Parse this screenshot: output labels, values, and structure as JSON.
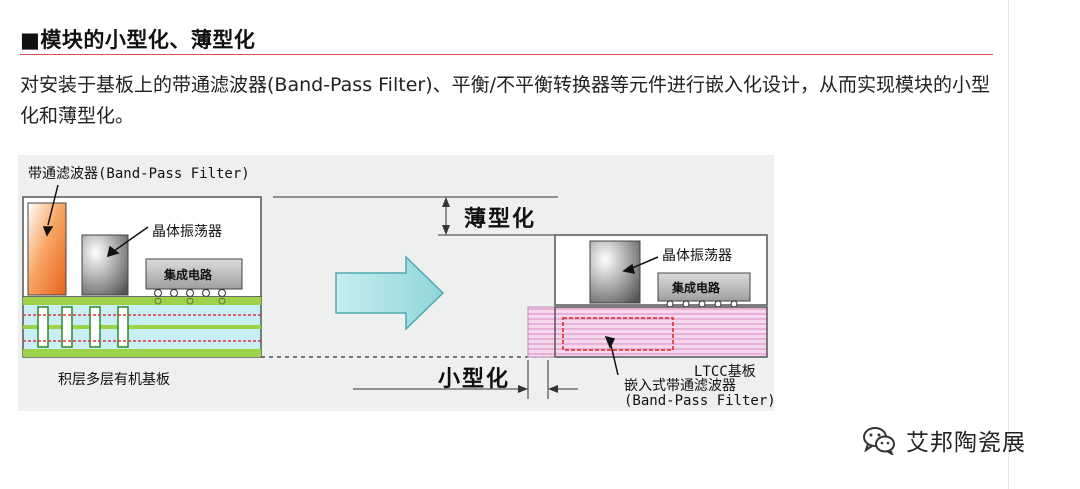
{
  "heading": "■模块的小型化、薄型化",
  "paragraph": "对安装于基板上的带通滤波器(Band-Pass Filter)、平衡/不平衡转换器等元件进行嵌入化设计，从而实现模块的小型化和薄型化。",
  "figure": {
    "labels": {
      "bpf_top": "带通滤波器(Band-Pass Filter)",
      "crystal_left": "晶体振荡器",
      "ic_left": "集成电路",
      "substrate_left": "积层多层有机基板",
      "thin": "薄型化",
      "crystal_right": "晶体振荡器",
      "ic_right": "集成电路",
      "ltcc": "LTCC基板",
      "small": "小型化",
      "embedded_line1": "嵌入式带通滤波器",
      "embedded_line2": "(Band-Pass Filter)"
    },
    "colors": {
      "bpf_orange": "#f07a2a",
      "substrate_green": "#9ed24a",
      "substrate_cyan": "#c9eef3",
      "arrow_fill": "#a9e3e6",
      "ltcc_pink": "#f3cfe9",
      "embed_red": "#e0403a"
    }
  },
  "watermark": {
    "icon": "wechat-icon",
    "text": "艾邦陶瓷展"
  }
}
